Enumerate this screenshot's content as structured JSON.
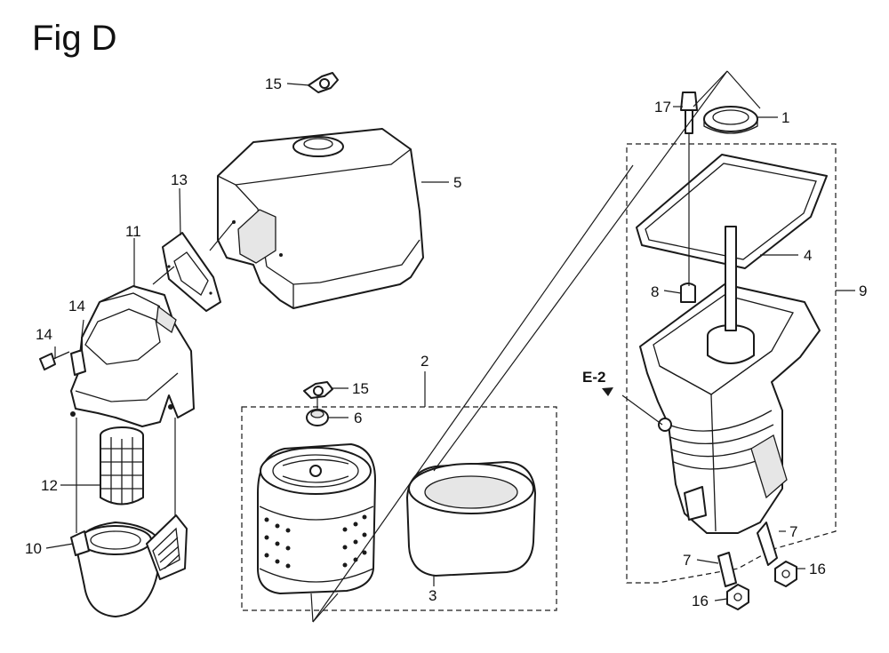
{
  "figure": {
    "title": "Fig D"
  },
  "callouts": {
    "c1": "1",
    "c2": "2",
    "c3": "3",
    "c4": "4",
    "c5": "5",
    "c6": "6",
    "c7a": "7",
    "c7b": "7",
    "c8": "8",
    "c9": "9",
    "c10": "10",
    "c11": "11",
    "c12": "12",
    "c13": "13",
    "c14a": "14",
    "c14b": "14",
    "c15a": "15",
    "c15b": "15",
    "c16a": "16",
    "c16b": "16",
    "c17": "17",
    "ref": "E-2"
  }
}
